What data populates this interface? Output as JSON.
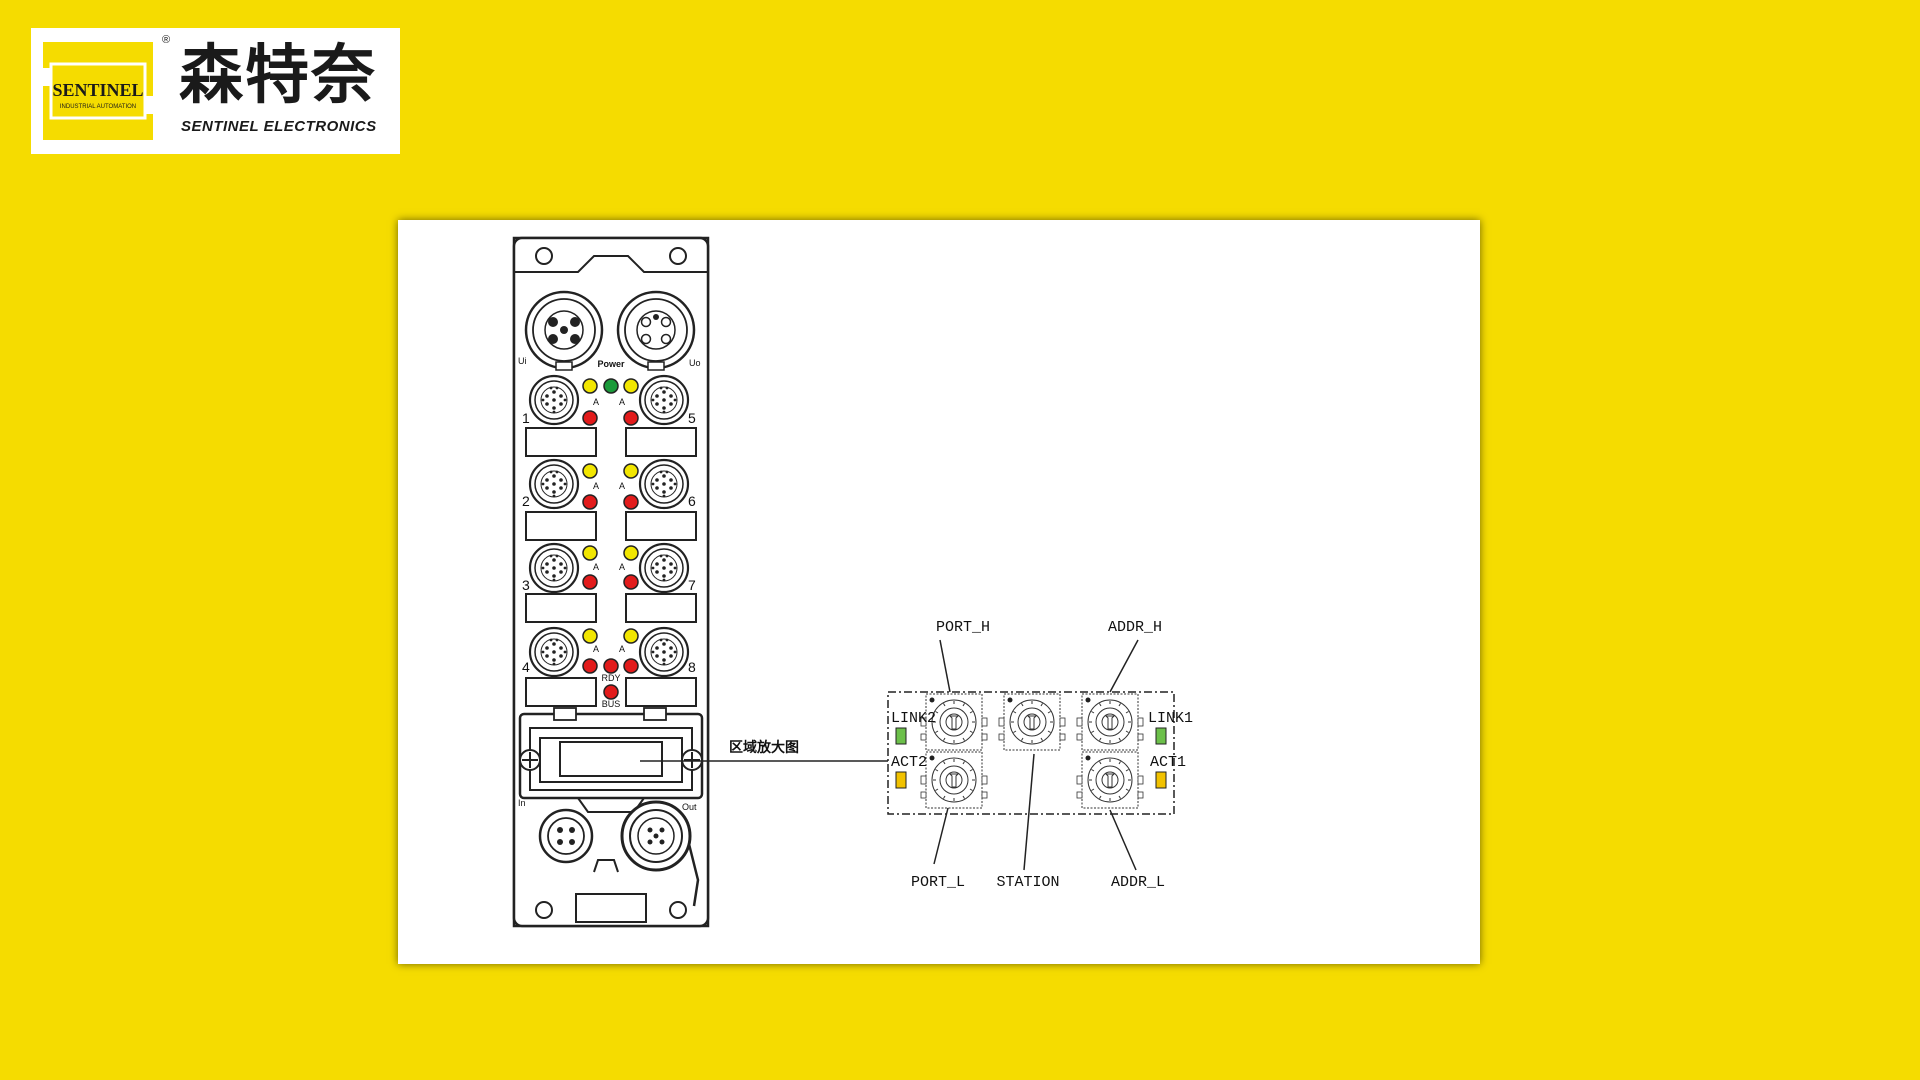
{
  "logo": {
    "badge_text": "SENTINEL",
    "badge_sub": "INDUSTRIAL AUTOMATION",
    "chinese_name": "森特奈",
    "english_name": "SENTINEL ELECTRONICS",
    "registered_mark": "®",
    "brand_color": "#F5DC00"
  },
  "device": {
    "power_label": "Power",
    "ui_label": "Ui",
    "uo_label": "Uo",
    "port_numbers": [
      "1",
      "2",
      "3",
      "4",
      "5",
      "6",
      "7",
      "8"
    ],
    "channel_a_label": "A",
    "rdy_label": "RDY",
    "bus_label": "BUS",
    "in_label": "In",
    "out_label": "Out",
    "zoom_label": "区域放大图",
    "led_colors": {
      "yellow": "#F2E600",
      "green": "#1A9A3A",
      "red": "#E21B1B"
    }
  },
  "zoom_view": {
    "port_h": "PORT_H",
    "addr_h": "ADDR_H",
    "port_l": "PORT_L",
    "station": "STATION",
    "addr_l": "ADDR_L",
    "link2": "LINK2",
    "link1": "LINK1",
    "act2": "ACT2",
    "act1": "ACT1",
    "link_color": "#6CC04A",
    "act_color": "#F2C200"
  }
}
